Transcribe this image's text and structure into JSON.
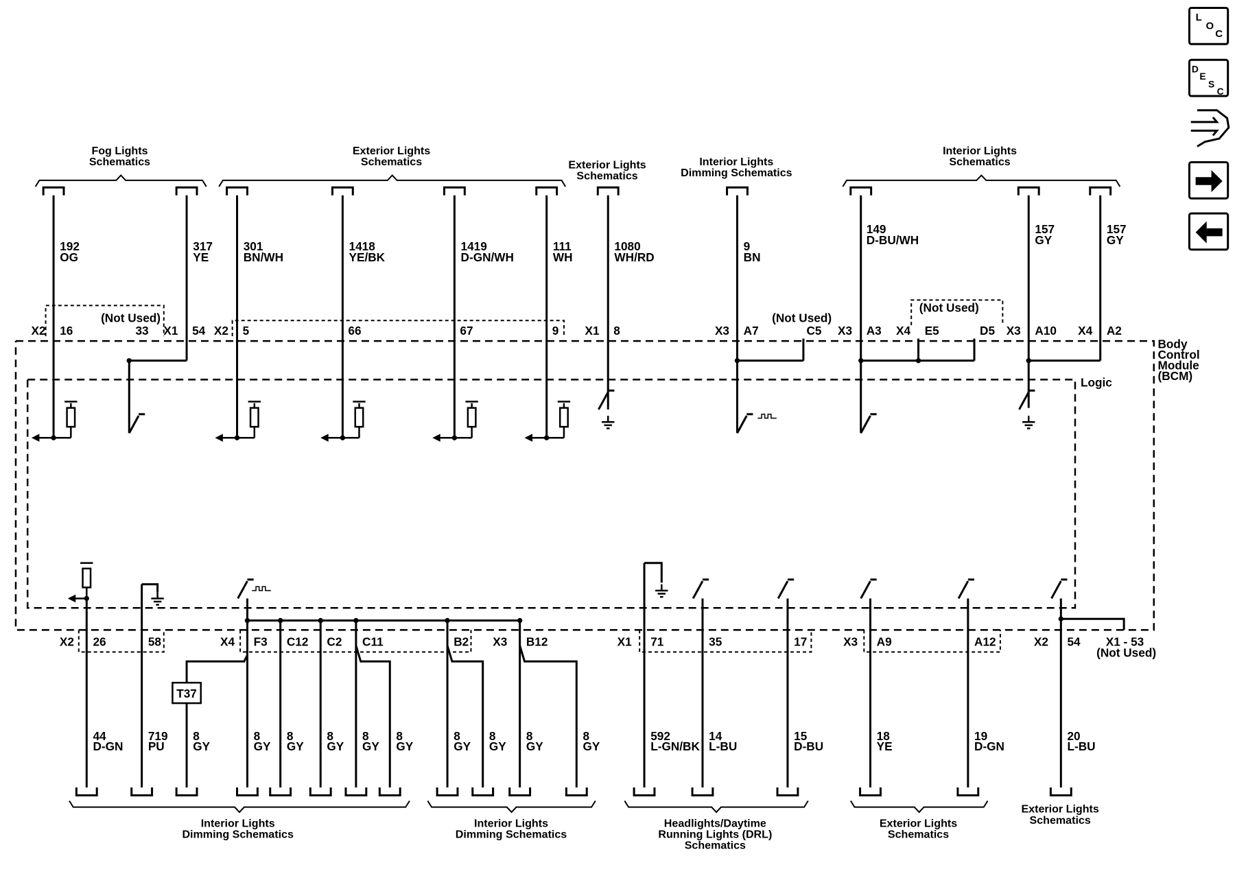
{
  "module": {
    "name_lines": [
      "Body",
      "Control",
      "Module",
      "(BCM)"
    ],
    "logic_label": "Logic"
  },
  "not_used": "(Not Used)",
  "nav": {
    "loc": [
      "L",
      "O",
      "C"
    ],
    "desc": [
      "D",
      "E",
      "S",
      "C"
    ]
  },
  "top_headers": [
    {
      "lines": [
        "Fog Lights",
        "Schematics"
      ]
    },
    {
      "lines": [
        "Exterior Lights",
        "Schematics"
      ]
    },
    {
      "lines": [
        "Exterior Lights",
        "Schematics"
      ]
    },
    {
      "lines": [
        "Interior Lights",
        "Dimming Schematics"
      ]
    },
    {
      "lines": [
        "Interior Lights",
        "Schematics"
      ]
    }
  ],
  "top_wires": [
    {
      "circuit": "192",
      "color": "OG",
      "connector": "X2",
      "pin": "16"
    },
    {
      "circuit": "317",
      "color": "YE",
      "connector": "X1",
      "pin": "54"
    },
    {
      "circuit": "301",
      "color": "BN/WH",
      "connector": "X2",
      "pin": "5"
    },
    {
      "circuit": "1418",
      "color": "YE/BK",
      "connector": "",
      "pin": "66"
    },
    {
      "circuit": "1419",
      "color": "D-GN/WH",
      "connector": "",
      "pin": "67"
    },
    {
      "circuit": "111",
      "color": "WH",
      "connector": "",
      "pin": "9"
    },
    {
      "circuit": "1080",
      "color": "WH/RD",
      "connector": "X1",
      "pin": "8"
    },
    {
      "circuit": "9",
      "color": "BN",
      "connector": "X3",
      "pin": "A7"
    },
    {
      "circuit": "149",
      "color": "D-BU/WH",
      "connector": "X3",
      "pin": "A3"
    },
    {
      "circuit": "157",
      "color": "GY",
      "connector": "X3",
      "pin": "A10"
    },
    {
      "circuit": "157",
      "color": "GY",
      "connector": "X4",
      "pin": "A2"
    }
  ],
  "top_unused_pins": [
    {
      "connector": "",
      "pin": "33"
    },
    {
      "connector": "",
      "pin": "C5"
    },
    {
      "connector": "X4",
      "pin": "E5"
    },
    {
      "connector": "",
      "pin": "D5"
    }
  ],
  "bottom_headers": [
    {
      "lines": [
        "Interior Lights",
        "Dimming Schematics"
      ]
    },
    {
      "lines": [
        "Interior Lights",
        "Dimming Schematics"
      ]
    },
    {
      "lines": [
        "Headlights/Daytime",
        "Running Lights (DRL)",
        "Schematics"
      ]
    },
    {
      "lines": [
        "Exterior Lights",
        "Schematics"
      ]
    },
    {
      "lines": [
        "Exterior Lights",
        "Schematics"
      ]
    }
  ],
  "bottom_wires": [
    {
      "circuit": "44",
      "color": "D-GN",
      "connector": "X2",
      "pin": "26"
    },
    {
      "circuit": "719",
      "color": "PU",
      "connector": "",
      "pin": "58"
    },
    {
      "circuit": "8",
      "color": "GY",
      "connector": "",
      "pin": ""
    },
    {
      "circuit": "8",
      "color": "GY",
      "connector": "X4",
      "pin": "F3"
    },
    {
      "circuit": "8",
      "color": "GY",
      "connector": "",
      "pin": "C12"
    },
    {
      "circuit": "8",
      "color": "GY",
      "connector": "",
      "pin": "C2"
    },
    {
      "circuit": "8",
      "color": "GY",
      "connector": "",
      "pin": "C11"
    },
    {
      "circuit": "8",
      "color": "GY",
      "connector": "",
      "pin": ""
    },
    {
      "circuit": "8",
      "color": "GY",
      "connector": "",
      "pin": "B2"
    },
    {
      "circuit": "8",
      "color": "GY",
      "connector": "",
      "pin": ""
    },
    {
      "circuit": "8",
      "color": "GY",
      "connector": "X3",
      "pin": "B12"
    },
    {
      "circuit": "8",
      "color": "GY",
      "connector": "",
      "pin": ""
    },
    {
      "circuit": "592",
      "color": "L-GN/BK",
      "connector": "X1",
      "pin": "71"
    },
    {
      "circuit": "14",
      "color": "L-BU",
      "connector": "",
      "pin": "35"
    },
    {
      "circuit": "15",
      "color": "D-BU",
      "connector": "",
      "pin": "17"
    },
    {
      "circuit": "18",
      "color": "YE",
      "connector": "X3",
      "pin": "A9"
    },
    {
      "circuit": "19",
      "color": "D-GN",
      "connector": "",
      "pin": "A12"
    },
    {
      "circuit": "20",
      "color": "L-BU",
      "connector": "X2",
      "pin": "54"
    }
  ],
  "x1_53": {
    "label": "X1 - 53",
    "note": "(Not Used)"
  },
  "splice": "T37"
}
